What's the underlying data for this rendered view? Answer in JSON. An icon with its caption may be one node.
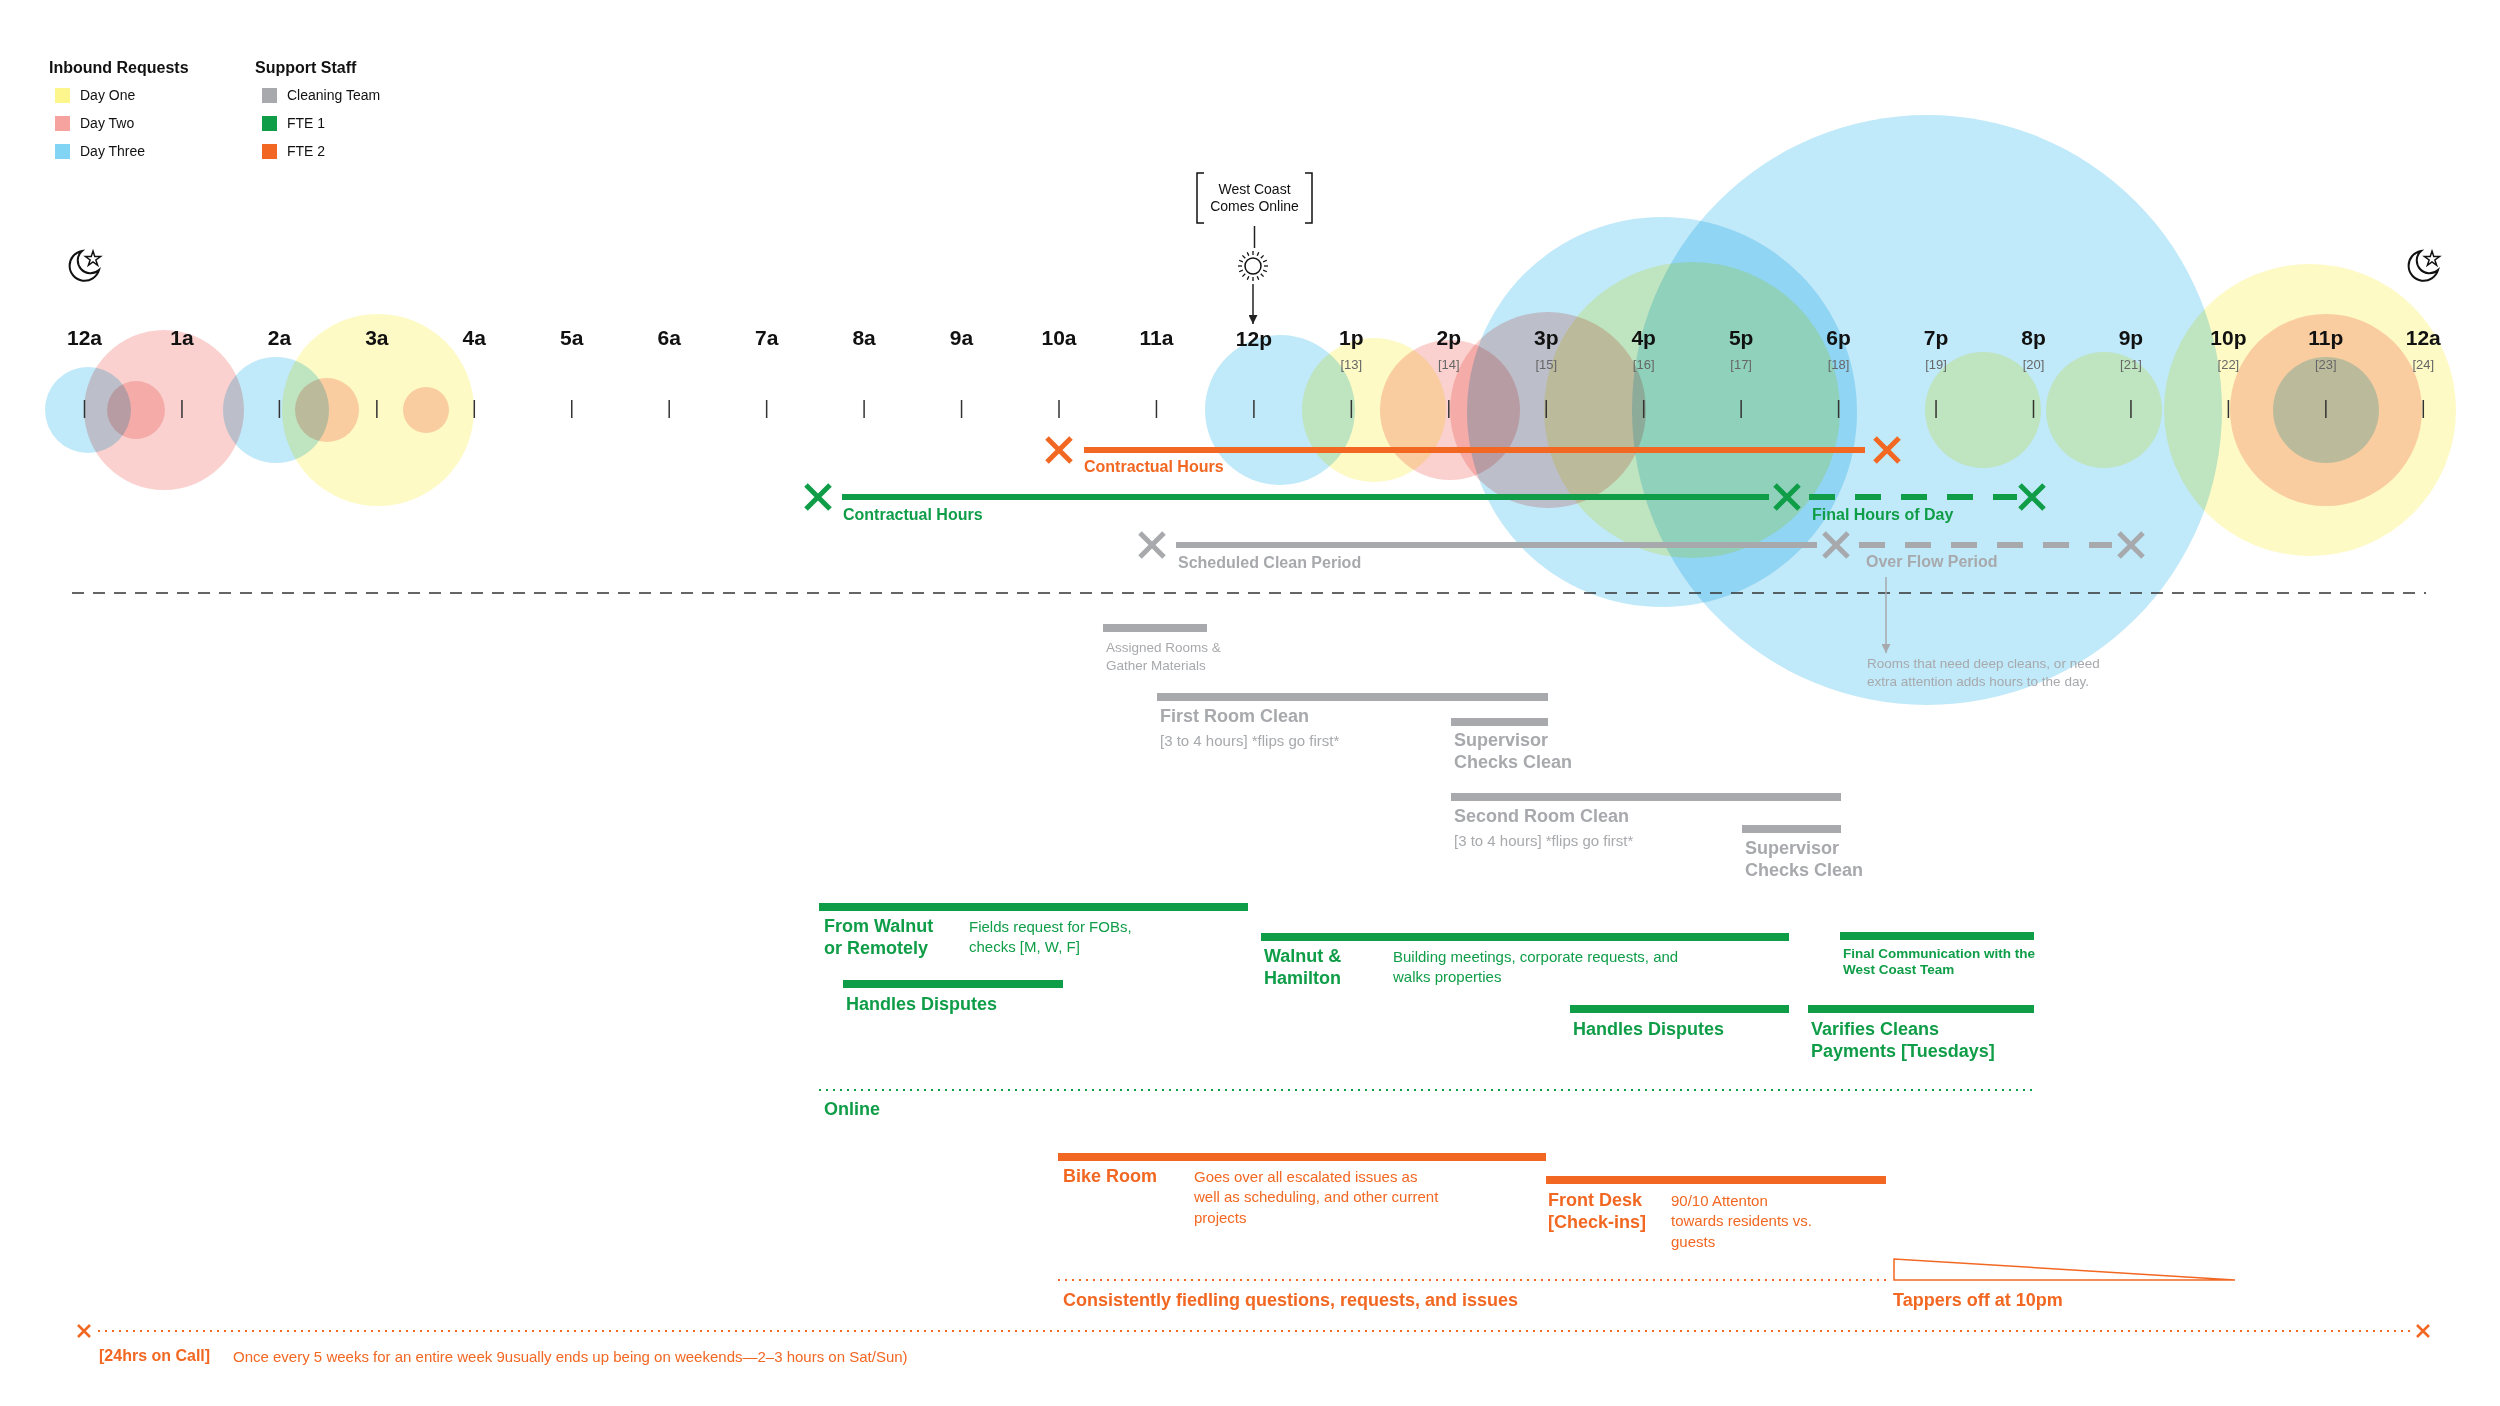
{
  "diagram": {
    "nodes": [
      {
        "text": [
          "West Coast Comes Online"
        ]
      },
      {
        "text": [],
        "shape": "sun"
      },
      {
        "text": [
          "Rooms that need deep cleans, or need extra attention adds hours to the day."
        ]
      },
      {
        "text": [
          "Over Flow Period"
        ]
      },
      {
        "text": [
          "Tappers off at 10pm"
        ]
      },
      {
        "text": [
          "12p"
        ]
      }
    ],
    "edges": [
      {
        "from": 0,
        "to": 1,
        "arrow": "none"
      },
      {
        "from": 1,
        "to": 5,
        "arrow": "to"
      },
      {
        "from": 3,
        "to": 2,
        "arrow": "to",
        "color": "#a7a9ac"
      }
    ],
    "labels": [
      "Inbound Requests",
      "Support Staff",
      "12a",
      "1a",
      "2a",
      "3a",
      "4a",
      "5a",
      "6a",
      "7a",
      "8a",
      "9a",
      "10a",
      "11a",
      "1p",
      "2p",
      "3p",
      "4p",
      "5p",
      "6p",
      "7p",
      "8p",
      "9p",
      "10p",
      "11p",
      "12a",
      "[13]",
      "[14]",
      "[15]",
      "[16]",
      "[17]",
      "[18]",
      "[19]",
      "[20]",
      "[21]",
      "[22]",
      "[23]",
      "[24]",
      "Contractual Hours",
      "Contractual Hours",
      "Final Hours of Day",
      "Scheduled Clean Period",
      "Assigned Rooms & Gather Materials",
      "First Room Clean",
      "[3 to 4 hours] *flips go first*",
      "Supervisor Checks Clean",
      "Second Room Clean",
      "[3 to 4 hours] *flips go first*",
      "Supervisor Checks Clean",
      "From Walnut or Remotely",
      "Fields request for FOBs, checks [M, W, F]",
      "Walnut & Hamilton",
      "Building meetings, corporate requests, and walks properties",
      "Final Communication with the West Coast Team",
      "Handles Disputes",
      "Handles Disputes",
      "Varifies Cleans Payments [Tuesdays]",
      "Online",
      "Bike Room",
      "Goes over all escalated issues as well as scheduling, and other current projects",
      "Front Desk [Check-ins]",
      "90/10 Attenton towards residents vs. guests",
      "Consistently fiedling questions, requests, and issues",
      "[24hrs on Call]",
      "Once every 5 weeks for an entire week 9usually ends up being on weekends—2–3 hours on Sat/Sun)"
    ],
    "legend": [
      {
        "text": "Day One",
        "color": "#fdf68c"
      },
      {
        "text": "Day Two",
        "color": "#f6a3a0"
      },
      {
        "text": "Day Three",
        "color": "#82d4f4"
      },
      {
        "text": "Cleaning Team",
        "color": "#a7a9ac"
      },
      {
        "text": "FTE 1",
        "color": "#0f9d48"
      },
      {
        "text": "FTE 2",
        "color": "#f26722"
      }
    ]
  }
}
